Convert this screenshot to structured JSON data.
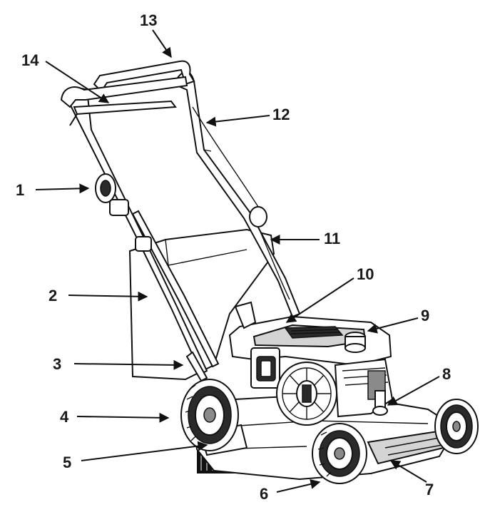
{
  "labels": [
    {
      "id": "1",
      "part": "handle-knob-left"
    },
    {
      "id": "2",
      "part": "grass-catcher"
    },
    {
      "id": "3",
      "part": "height-adjust-lever"
    },
    {
      "id": "4",
      "part": "rear-wheel"
    },
    {
      "id": "5",
      "part": "rear-flap"
    },
    {
      "id": "6",
      "part": "front-wheel"
    },
    {
      "id": "7",
      "part": "deck"
    },
    {
      "id": "8",
      "part": "spark-plug"
    },
    {
      "id": "9",
      "part": "oil-fill-cap"
    },
    {
      "id": "10",
      "part": "air-filter"
    },
    {
      "id": "11",
      "part": "drive-cable"
    },
    {
      "id": "12",
      "part": "upper-handle"
    },
    {
      "id": "13",
      "part": "handle-bar"
    },
    {
      "id": "14",
      "part": "operator-presence-bar"
    }
  ],
  "colors": {
    "ink": "#111111",
    "panel": "#d4d4d4",
    "dark": "#2a2a2a"
  }
}
